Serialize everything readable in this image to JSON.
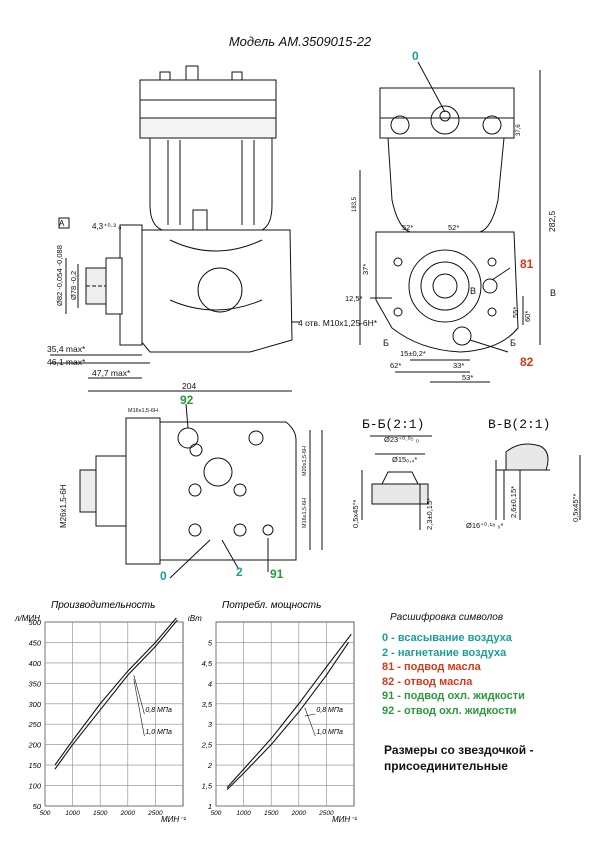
{
  "title": "Модель АМ.3509015-22",
  "colors": {
    "cyan": "#1a9e9a",
    "red": "#d03a1a",
    "green": "#2a9a3a",
    "black": "#111111"
  },
  "front_view": {
    "callout_a": "А",
    "dims": {
      "d1": "4,3⁺⁰·³ ₀",
      "d2": "Ø82 -0,054 -0,088",
      "d3": "Ø78 -0,2",
      "d4": "35,4 max*",
      "d5": "46,1 max*",
      "d6": "47,7 max*",
      "d7": "204",
      "d8": "4 отв. М10х1,25-6Н*"
    }
  },
  "side_view": {
    "port_0": "0",
    "port_81": "81",
    "port_82": "82",
    "label_b": "В",
    "label_b2": "В",
    "label_bb": "Б",
    "label_bb2": "Б",
    "dims": {
      "h1": "282,5",
      "h2": "183,5",
      "h3": "37,6",
      "d52": "52*",
      "d52b": "52*",
      "d37": "37*",
      "d12": "12,5*",
      "d15": "15±0,2*",
      "d62": "62*",
      "d33": "33*",
      "d53": "53*",
      "d55": "55*",
      "d60": "60*"
    }
  },
  "bottom_view": {
    "port_92": "92",
    "port_0": "0",
    "port_2": "2",
    "port_91": "91",
    "dims": {
      "m16": "М16х1,5-6Н",
      "m26": "М26х1,5-6Н",
      "m20": "М20х1,5-6Н",
      "m16b": "М16х1,5-6Н"
    }
  },
  "section_bb": {
    "title": "Б-Б(2:1)",
    "dims": {
      "d1": "Ø23⁺⁰·⁰⁵ ₀",
      "d2": "Ø15₀,₄*",
      "d3": "0,5х45°*",
      "d4": "2,3±0,15*"
    }
  },
  "section_vv": {
    "title": "В-В(2:1)",
    "dims": {
      "d1": "2,6±0,15*",
      "d2": "Ø16⁺⁰·¹⁸ ₀*",
      "d3": "0,5х45°*"
    }
  },
  "chart_data": [
    {
      "type": "line",
      "title": "Производительность",
      "ylabel": "л/МИН",
      "xlabel": "МИН⁻¹",
      "ylim": [
        50,
        500
      ],
      "xlim": [
        500,
        3000
      ],
      "y_ticks": [
        50,
        100,
        150,
        200,
        250,
        300,
        350,
        400,
        450,
        500
      ],
      "x_ticks": [
        500,
        1000,
        1500,
        2000,
        2500
      ],
      "grid": true,
      "series": [
        {
          "name": "0,8 МПа",
          "x": [
            680,
            1000,
            1500,
            2000,
            2500,
            2880
          ],
          "y": [
            150,
            210,
            300,
            380,
            450,
            510
          ]
        },
        {
          "name": "1,0 МПа",
          "x": [
            680,
            1000,
            1500,
            2000,
            2500,
            2900
          ],
          "y": [
            140,
            200,
            285,
            370,
            440,
            505
          ]
        }
      ]
    },
    {
      "type": "line",
      "title": "Потребл. мощность",
      "ylabel": "кВт",
      "xlabel": "МИН⁻¹",
      "ylim": [
        1,
        5.5
      ],
      "xlim": [
        500,
        3000
      ],
      "y_ticks": [
        1,
        1.5,
        2,
        2.5,
        3,
        3.5,
        4,
        4.5,
        5
      ],
      "y_tick_labels": [
        "1",
        "1,5",
        "2",
        "2,5",
        "3",
        "3,5",
        "4",
        "4,5",
        "5"
      ],
      "x_ticks": [
        500,
        1000,
        1500,
        2000,
        2500
      ],
      "grid": true,
      "series": [
        {
          "name": "0,8 МПа",
          "x": [
            700,
            1000,
            1500,
            2000,
            2500,
            2900
          ],
          "y": [
            1.4,
            1.8,
            2.5,
            3.3,
            4.2,
            5.0
          ]
        },
        {
          "name": "1,0 МПа",
          "x": [
            700,
            1000,
            1500,
            2000,
            2500,
            2950
          ],
          "y": [
            1.45,
            1.9,
            2.65,
            3.5,
            4.4,
            5.2
          ]
        }
      ]
    }
  ],
  "legend": {
    "title": "Расшифровка символов",
    "items": [
      {
        "text": "0  -  всасывание воздуха",
        "color": "#1a9e9a"
      },
      {
        "text": "2  -  нагнетание воздуха",
        "color": "#1a9e9a"
      },
      {
        "text": "81 - подвод масла",
        "color": "#d03a1a"
      },
      {
        "text": "82 - отвод масла",
        "color": "#d03a1a"
      },
      {
        "text": "91 - подвод охл. жидкости",
        "color": "#2a9a3a"
      },
      {
        "text": "92 - отвод охл. жидкости",
        "color": "#2a9a3a"
      }
    ]
  },
  "note": {
    "line1": "Размеры со звездочкой -",
    "line2": "присоединительные"
  }
}
